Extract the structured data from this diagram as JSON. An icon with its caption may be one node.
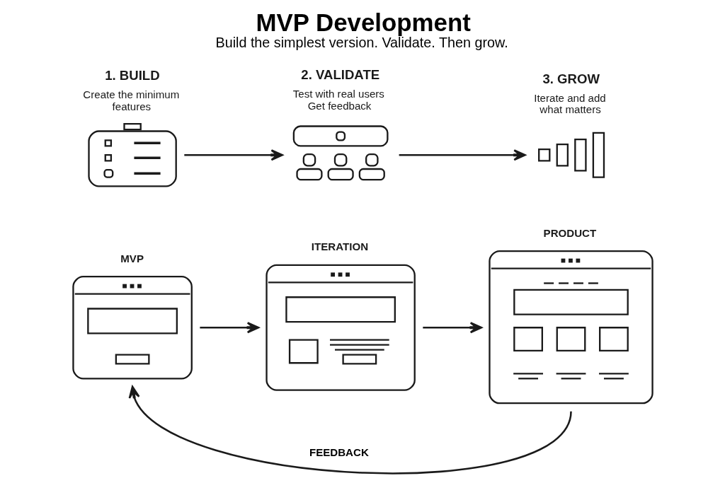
{
  "diagram": {
    "title": "MVP Development",
    "caption": "Build the simplest version. Validate. Then grow.",
    "nodes": [
      {
        "text": [
          "1. BUILD",
          "Create the minimum features"
        ]
      },
      {
        "text": [
          "2. VALIDATE",
          "Test with real users Get feedback"
        ]
      },
      {
        "text": [
          "3. GROW",
          "Iterate and add what matters"
        ]
      },
      {
        "text": [
          "MVP"
        ]
      },
      {
        "text": [
          "ITERATION"
        ]
      },
      {
        "text": [
          "PRODUCT"
        ]
      }
    ],
    "edges": [
      {
        "from": 0,
        "to": 1,
        "arrow": "to"
      },
      {
        "from": 1,
        "to": 2,
        "arrow": "to"
      },
      {
        "from": 3,
        "to": 4,
        "arrow": "to"
      },
      {
        "from": 4,
        "to": 5,
        "arrow": "to"
      },
      {
        "from": 5,
        "to": 3,
        "arrow": "to",
        "label": "FEEDBACK"
      }
    ]
  }
}
